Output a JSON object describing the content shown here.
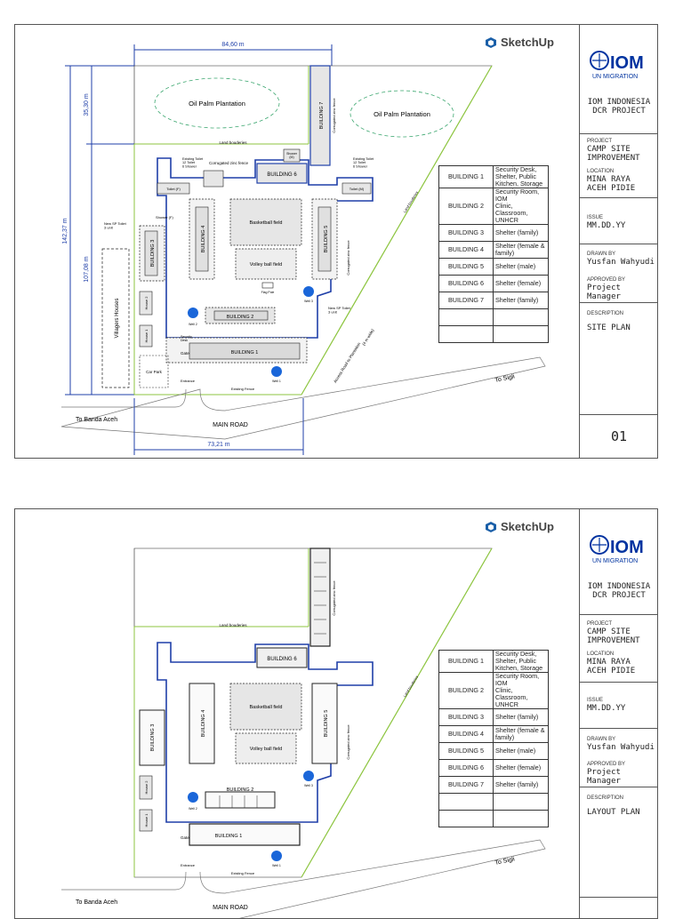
{
  "brand": {
    "sketchup_label": "SketchUp",
    "iom_label": "IOM",
    "iom_sub": "UN MIGRATION",
    "colors": {
      "iom_blue": "#0033a0",
      "boundary_green": "#8dc63f",
      "building_outline": "#1f3fa8",
      "well_blue": "#1a66d9"
    }
  },
  "sheets": [
    {
      "project_org": "IOM INDONESIA\nDCR PROJECT",
      "project_label": "PROJECT",
      "project": "CAMP SITE\nIMPROVEMENT",
      "location_label": "LOCATION",
      "location": "MINA RAYA\nACEH PIDIE",
      "issue_label": "ISSUE",
      "issue": "MM.DD.YY",
      "drawn_by_label": "DRAWN BY",
      "drawn_by": "Yusfan Wahyudi",
      "approved_by_label": "APPROVED BY",
      "approved_by": "Project Manager",
      "description_label": "DESCRIPTION",
      "description": "SITE PLAN",
      "page": "01"
    },
    {
      "project_org": "IOM INDONESIA\nDCR PROJECT",
      "project_label": "PROJECT",
      "project": "CAMP SITE\nIMPROVEMENT",
      "location_label": "LOCATION",
      "location": "MINA RAYA\nACEH PIDIE",
      "issue_label": "ISSUE",
      "issue": "MM.DD.YY",
      "drawn_by_label": "DRAWN BY",
      "drawn_by": "Yusfan Wahyudi",
      "approved_by_label": "APPROVED BY",
      "approved_by": "Project Manager",
      "description_label": "DESCRIPTION",
      "description": "LAYOUT PLAN"
    }
  ],
  "legend": [
    {
      "building": "BUILDING 1",
      "use": "Security Desk,\nShelter, Public\nKitchen, Storage"
    },
    {
      "building": "BUILDING 2",
      "use": "Security Room, IOM\nClinic, Classroom,\nUNHCR"
    },
    {
      "building": "BUILDING 3",
      "use": "Shelter (family)"
    },
    {
      "building": "BUILDING 4",
      "use": "Shelter (female &\nfamily)"
    },
    {
      "building": "BUILDING 5",
      "use": "Shelter (male)"
    },
    {
      "building": "BUILDING 6",
      "use": "Shelter (female)"
    },
    {
      "building": "BUILDING 7",
      "use": "Shelter (family)"
    },
    {
      "building": "",
      "use": ""
    },
    {
      "building": "",
      "use": ""
    }
  ],
  "plan": {
    "dim_top": "84,60 m",
    "dim_bottom": "73,21 m",
    "dim_left_total": "142,37 m",
    "dim_left_upper": "35,30 m",
    "dim_left_lower": "107,08 m",
    "oil_palm": "Oil Palm Plantation",
    "land_boundaries": "Land bouderies",
    "corrugated_fence": "Corrugated zinc fence",
    "existing_toilet_left": "Existing Toilet\n12 Toilet\n6 Shower",
    "existing_toilet_right": "Existing Toilet\n12 Toilet\n6 Shower",
    "toilet_f": "Toilet (F)",
    "toilet_m": "Toilet (M)",
    "shower_f": "Shower (F)",
    "shower_m": "Shower\n(M)",
    "new_sp_toilet_left": "New SP Toilet\n3 unit",
    "new_sp_toilet_right": "New SP Toilet\n3 unit",
    "basketball": "Basketball field",
    "volleyball": "Volley ball field",
    "flag_pole": "Flag Pole",
    "villagers_houses": "Villagers Houses",
    "car_park": "Car Park",
    "gate": "Gate",
    "security_desk": "Security\nDesk",
    "entrance": "Entrance",
    "existing_fence": "Existing Fence",
    "well_1": "Well 1",
    "well_2": "Well 2",
    "well_3": "Well 3",
    "house_1": "House 1",
    "house_2": "House 2",
    "building_1": "BUILDING 1",
    "building_2": "BUILDING 2",
    "building_3": "BUILDING 3",
    "building_4": "BUILDING 4",
    "building_5": "BUILDING 5",
    "building_6": "BUILDING 6",
    "building_7": "BUILDING 7",
    "access_road": "Access Road to Plantation\n(4 m wide)",
    "to_banda_aceh": "To Banda Aceh",
    "to_sigli": "To Sigli",
    "main_road": "MAIN ROAD"
  }
}
